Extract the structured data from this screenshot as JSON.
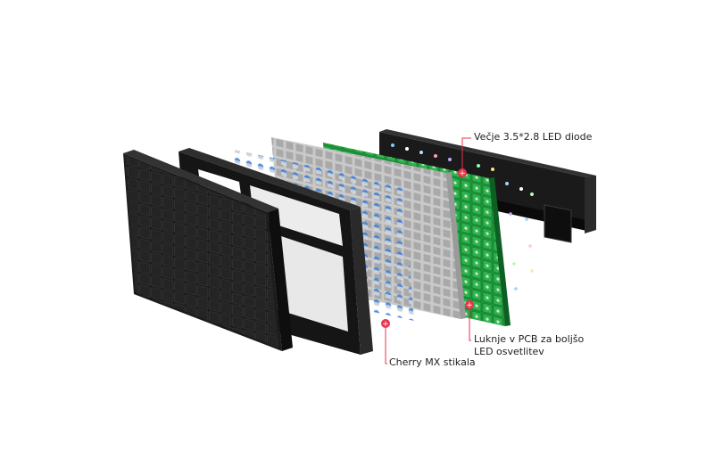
{
  "callouts": {
    "led_diodes": {
      "text": "Večje 3.5*2.8 LED diode",
      "marker": "plus-marker"
    },
    "pcb_holes": {
      "line1": "Luknje v PCB za boljšo",
      "line2": "LED osvetlitev",
      "marker": "plus-marker"
    },
    "cherry_switches": {
      "text": "Cherry MX stikala",
      "marker": "plus-marker"
    }
  },
  "colors": {
    "callout_line": "#e8334a",
    "marker_fill": "#e8334a",
    "keycap": "#1c1c1c",
    "frame": "#1a1a1a",
    "plate": "#c9c9c9",
    "pcb": "#1f9a3c",
    "switch_stem": "#3e7fd6",
    "back_case": "#111111"
  },
  "layers": [
    "keycaps-layer",
    "top-frame-layer",
    "switches-layer",
    "steel-plate-layer",
    "pcb-layer",
    "led-layer",
    "bottom-case-layer"
  ]
}
